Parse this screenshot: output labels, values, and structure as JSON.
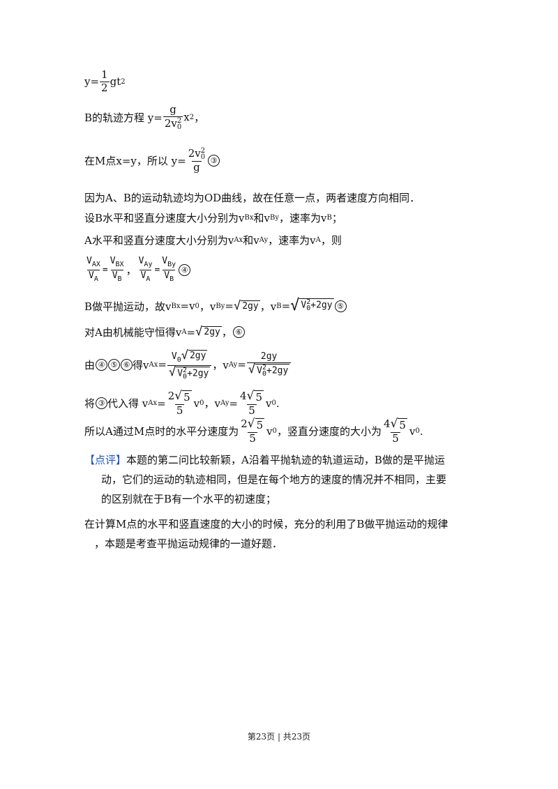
{
  "page_footer": "第23页 | 共23页",
  "lines": {
    "l1": {
      "lhs": "y=",
      "num": "1",
      "den": "2",
      "rhs": "gt",
      "exp": "2"
    },
    "l2": {
      "pre": "B的轨迹方程 y=",
      "num": "g",
      "den_base": "2v",
      "den_sub": "0",
      "den_exp": "2",
      "rhs": "x",
      "exp": "2",
      "post": "，"
    },
    "l3": {
      "pre": "在M点x=y，所以 y=",
      "num_base": "2v",
      "num_sub": "0",
      "num_exp": "2",
      "den": "g",
      "mark": "③"
    },
    "l4": "因为A、B的运动轨迹均为OD曲线，故在任意一点，两者速度方向相同．",
    "l5": {
      "a": "设B水平和竖直分速度大小分别为v",
      "s1": "Bx",
      "b": "和v",
      "s2": "By",
      "c": "，速率为v",
      "s3": "B",
      "d": "；"
    },
    "l6": {
      "a": "A水平和竖直分速度大小分别为v",
      "s1": "Ax",
      "b": "和v",
      "s2": "Ay",
      "c": "，速率为v",
      "s3": "A",
      "d": "，则"
    },
    "l7": {
      "f1n": "V",
      "f1ns": "AX",
      "f1d": "V",
      "f1ds": "A",
      "eq": "=",
      "f2n": "V",
      "f2ns": "BX",
      "f2d": "V",
      "f2ds": "B",
      "sep": "，",
      "f3n": "V",
      "f3ns": "Ay",
      "f3d": "V",
      "f3ds": "A",
      "f4n": "V",
      "f4ns": "By",
      "f4d": "V",
      "f4ds": "B",
      "mark": "④"
    },
    "l8": {
      "a": "B做平抛运动，故v",
      "s1": "Bx",
      "b": "=v",
      "s2": "0",
      "c": "，v",
      "s3": "By",
      "d": "=",
      "r1": "2gy",
      "e": "，v",
      "s4": "B",
      "f": "=",
      "r2a": "V",
      "r2sub": "0",
      "r2sup": "2",
      "r2b": "+2gy",
      "mark": "⑤"
    },
    "l9": {
      "a": "对A由机械能守恒得v",
      "s1": "A",
      "b": "=",
      "r1": "2gy",
      "c": "，",
      "mark": "⑥"
    },
    "l10": {
      "a": "由",
      "m4": "④",
      "m5": "⑤",
      "m6": "⑥",
      "b": "得v",
      "s1": "Ax",
      "eq": "=",
      "n1a": "V",
      "n1s": "0",
      "n1r": "2gy",
      "d1a": "V",
      "d1sub": "0",
      "d1sup": "2",
      "d1b": "+2gy",
      "c": "，v",
      "s2": "Ay",
      "eq2": "=",
      "n2": "2gy",
      "d2a": "V",
      "d2sub": "0",
      "d2sup": "2",
      "d2b": "+2gy"
    },
    "l11": {
      "a": "将",
      "mark": "③",
      "b": "代入得 v",
      "s1": "Ax",
      "eq": "=",
      "n1a": "2",
      "n1r": "5",
      "d1": "5",
      "c": "v",
      "s2": "0",
      "d": "，v",
      "s3": "Ay",
      "eq2": "=",
      "n2a": "4",
      "n2r": "5",
      "d2": "5",
      "e": "v",
      "s4": "0",
      "f": "."
    },
    "l12": {
      "a": "所以A通过M点时的水平分速度为",
      "n1a": "2",
      "n1r": "5",
      "d1": "5",
      "b": "v",
      "s1": "0",
      "c": "，竖直分速度的大小为",
      "n2a": "4",
      "n2r": "5",
      "d2": "5",
      "d": "v",
      "s2": "0",
      "e": "."
    }
  },
  "review": {
    "tag": "【点评】",
    "line1": "本题的第二问比较新颖，A沿着平抛轨迹的轨道运动，B做的是平抛运",
    "line2": "动，它们的运动的轨迹相同，但是在每个地方的速度的情况并不相同，主要",
    "line3": "的区别就在于B有一个水平的初速度；",
    "line4": "在计算M点的水平和竖直速度的大小的时候，充分的利用了B做平抛运动的规律",
    "line5": "，本题是考查平抛运动规律的一道好题．"
  }
}
